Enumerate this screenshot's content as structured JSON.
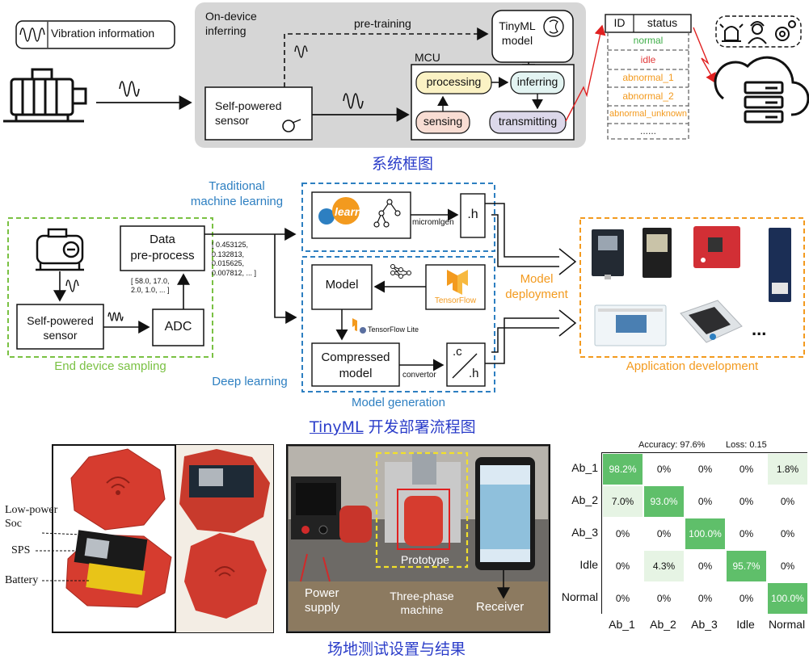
{
  "top": {
    "legend_label": "Vibration information",
    "on_device_title": "On-device\ninferring",
    "pretraining_label": "pre-training",
    "tinyml_model_label": "TinyML\nmodel",
    "mcu_label": "MCU",
    "sensor_label": "Self-powered\nsensor",
    "mcu_steps": {
      "processing": "processing",
      "inferring": "inferring",
      "sensing": "sensing",
      "transmitting": "transmitting"
    },
    "table_headers": {
      "id": "ID",
      "status": "status"
    },
    "statuses": [
      {
        "label": "normal",
        "color": "#3fae49"
      },
      {
        "label": "idle",
        "color": "#e23b3b"
      },
      {
        "label": "abnormal_1",
        "color": "#f39a1e"
      },
      {
        "label": "abnormal_2",
        "color": "#f39a1e"
      },
      {
        "label": "abnormal_unknown",
        "color": "#f39a1e"
      },
      {
        "label": "......",
        "color": "#333333"
      }
    ],
    "caption": "系统框图"
  },
  "middle": {
    "traditional_ml": "Traditional\nmachine learning",
    "deep_learning": "Deep learning",
    "data_preprocess": "Data\npre-process",
    "sensor_label": "Self-powered\nsensor",
    "adc": "ADC",
    "end_device_sampling": "End device sampling",
    "raw_values": "[ 58.0, 17.0,\n2.0, 1.0, ... ]",
    "processed_values": "[ 0.453125,\n0.132813,\n0.015625,\n0.007812, ... ]",
    "sklearn_logo": "learn",
    "micromlgen": "micromlgen",
    "h_file": ".h",
    "model": "Model",
    "tensorflow": "TensorFlow",
    "tensorflow_lite": "TensorFlow Lite",
    "compressed_model": "Compressed\nmodel",
    "convertor": "convertor",
    "c_file": ".c",
    "h_file2": ".h",
    "model_generation": "Model generation",
    "model_deployment": "Model\ndeployment",
    "application_development": "Application development",
    "ellipsis": "...",
    "caption_prefix": "TinyML",
    "caption_suffix": " 开发部署流程图",
    "colors": {
      "green": "#7ac143",
      "blue": "#2d7fc1",
      "orange": "#f39a1e"
    }
  },
  "bottom": {
    "soc_label": "Low-power\nSoc",
    "sps_label": "SPS",
    "battery_label": "Battery",
    "power_supply": "Power\nsupply",
    "prototype": "Prototype",
    "three_phase": "Three-phase\nmachine",
    "receiver": "Receiver",
    "caption": "场地测试设置与结果"
  },
  "confusion": {
    "accuracy": "Accuracy: 97.6%",
    "loss": "Loss: 0.15",
    "rows": [
      "Ab_1",
      "Ab_2",
      "Ab_3",
      "Idle",
      "Normal"
    ],
    "cols": [
      "Ab_1",
      "Ab_2",
      "Ab_3",
      "Idle",
      "Normal"
    ],
    "values": [
      [
        "98.2%",
        "0%",
        "0%",
        "0%",
        "1.8%"
      ],
      [
        "7.0%",
        "93.0%",
        "0%",
        "0%",
        "0%"
      ],
      [
        "0%",
        "0%",
        "100.0%",
        "0%",
        "0%"
      ],
      [
        "0%",
        "4.3%",
        "0%",
        "95.7%",
        "0%"
      ],
      [
        "0%",
        "0%",
        "0%",
        "0%",
        "100.0%"
      ]
    ],
    "fractions": [
      [
        0.982,
        0,
        0,
        0,
        0.018
      ],
      [
        0.07,
        0.93,
        0,
        0,
        0
      ],
      [
        0,
        0,
        1.0,
        0,
        0
      ],
      [
        0,
        0.043,
        0,
        0.957,
        0
      ],
      [
        0,
        0,
        0,
        0,
        1.0
      ]
    ]
  }
}
